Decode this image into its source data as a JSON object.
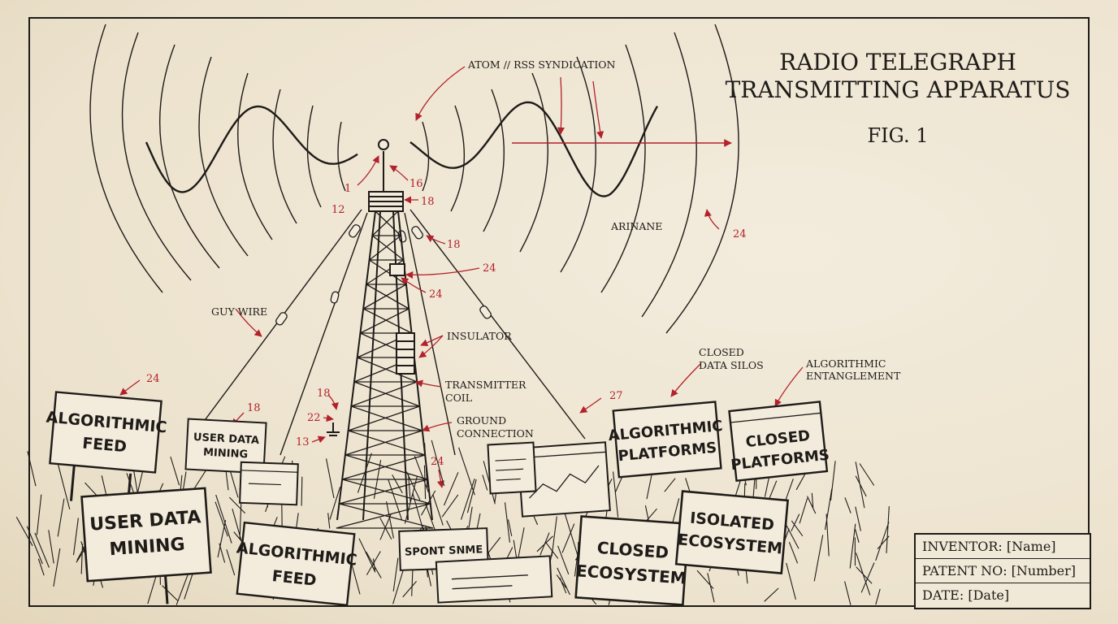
{
  "title": {
    "line1": "RADIO TELEGRAPH",
    "line2": "TRANSMITTING APPARATUS",
    "figure": "FIG. 1"
  },
  "labels": {
    "syndication": "ATOM // RSS SYNDICATION",
    "antenna": "ARINANE",
    "guy_wire": "GUY WIRE",
    "insulator": "INSULATOR",
    "transmitter_coil": [
      "TRANSMITTER",
      "COIL"
    ],
    "ground_connection": [
      "GROUND",
      "CONNECTION"
    ],
    "closed_data_silos": [
      "CLOSED",
      "DATA SILOS"
    ],
    "algorithmic_entanglement": [
      "ALGORITHMIC",
      "ENTANGLEMENT"
    ]
  },
  "reference_numbers": {
    "tip": "1",
    "top_coil": "12",
    "tip_right": "16",
    "cap": "18",
    "insulator_right": "18",
    "mid_right": "24",
    "mid_right_lower": "24",
    "wave_edge": "24",
    "sign_top_left": "24",
    "sign_user_data": "18",
    "ground_upper": "18",
    "ground_mid": "22",
    "ground_lower": "13",
    "ground_bottom": "24",
    "platforms": "27"
  },
  "signs": {
    "algorithmic_feed_top": [
      "ALGORITHMIC",
      "FEED"
    ],
    "user_data_mining_small": [
      "USER DATA",
      "MINING"
    ],
    "user_data_mining_large": [
      "USER DATA",
      "MINING"
    ],
    "algorithmic_feed_bottom": [
      "ALGORITHMIC",
      "FEED"
    ],
    "spont_snme": "SPONT SNME",
    "closed_ecosystem": [
      "CLOSED",
      "ECOSYSTEM"
    ],
    "isolated_ecosystem": [
      "ISOLATED",
      "ECOSYSTEM"
    ],
    "algorithmic_platforms": [
      "ALGORITHMIC",
      "PLATFORMS"
    ],
    "closed_platforms": [
      "CLOSED",
      "PLATFORMS"
    ]
  },
  "info_box": {
    "inventor": "INVENTOR: [Name]",
    "patent": "PATENT NO: [Number]",
    "date": "DATE: [Date]"
  },
  "colors": {
    "ink": "#1e1b18",
    "annotation_red": "#b3212a",
    "paper": "#efe7d6"
  }
}
